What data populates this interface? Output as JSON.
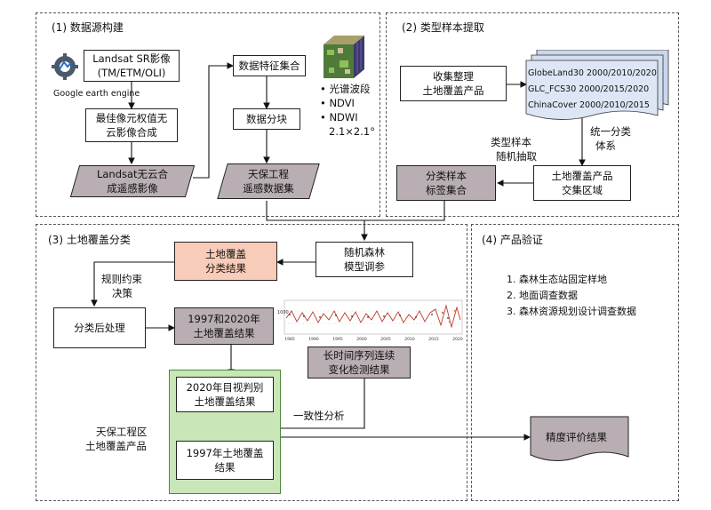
{
  "panels": {
    "p1_title": "(1) 数据源构建",
    "p2_title": "(2) 类型样本提取",
    "p3_title": "(3) 土地覆盖分类",
    "p4_title": "(4) 产品验证"
  },
  "p1": {
    "landsat_sr": [
      "Landsat SR影像",
      "(TM/ETM/OLI)"
    ],
    "gee_label": "Google earth engine",
    "composite": [
      "最佳像元权值无",
      "云影像合成"
    ],
    "cloudfree": [
      "Landsat无云合",
      "成遥感影像"
    ],
    "feature_set": "数据特征集合",
    "chunking": "数据分块",
    "tianbao_rs": [
      "天保工程",
      "遥感数据集"
    ],
    "features": [
      "• 光谱波段",
      "• NDVI",
      "• NDWI"
    ],
    "grid_size": "2.1×2.1°"
  },
  "p2": {
    "collect": [
      "收集整理",
      "土地覆盖产品"
    ],
    "products": [
      "GlobeLand30 2000/2010/2020",
      "GLC_FCS30 2000/2015/2020",
      "ChinaCover 2000/2010/2015"
    ],
    "unify": [
      "统一分类",
      "体系"
    ],
    "intersection": [
      "土地覆盖产品",
      "交集区域"
    ],
    "random_label": [
      "类型样本",
      "随机抽取"
    ],
    "sample_set": [
      "分类样本",
      "标签集合"
    ]
  },
  "p3": {
    "rf": [
      "随机森林",
      "模型调参"
    ],
    "result": [
      "土地覆盖",
      "分类结果"
    ],
    "rule_label": [
      "规则约束",
      "决策"
    ],
    "postproc": "分类后处理",
    "y1997_2020": [
      "1997和2020年",
      "土地覆盖结果"
    ],
    "change": [
      "长时间序列连续",
      "变化检测结果"
    ],
    "visual2020": [
      "2020年目视判别",
      "土地覆盖结果"
    ],
    "consistency": "一致性分析",
    "product_label": [
      "天保工程区",
      "土地覆盖产品"
    ],
    "y1997": [
      "1997年土地覆盖",
      "结果"
    ],
    "ts_xticks": [
      "1985",
      "1990",
      "1995",
      "2000",
      "2005",
      "2010",
      "2015",
      "2020"
    ],
    "ts_ytick": "1000"
  },
  "p4": {
    "items": [
      "1. 森林生态站固定样地",
      "2. 地面调查数据",
      "3. 森林资源规划设计调查数据"
    ],
    "accuracy": "精度评价结果"
  }
}
